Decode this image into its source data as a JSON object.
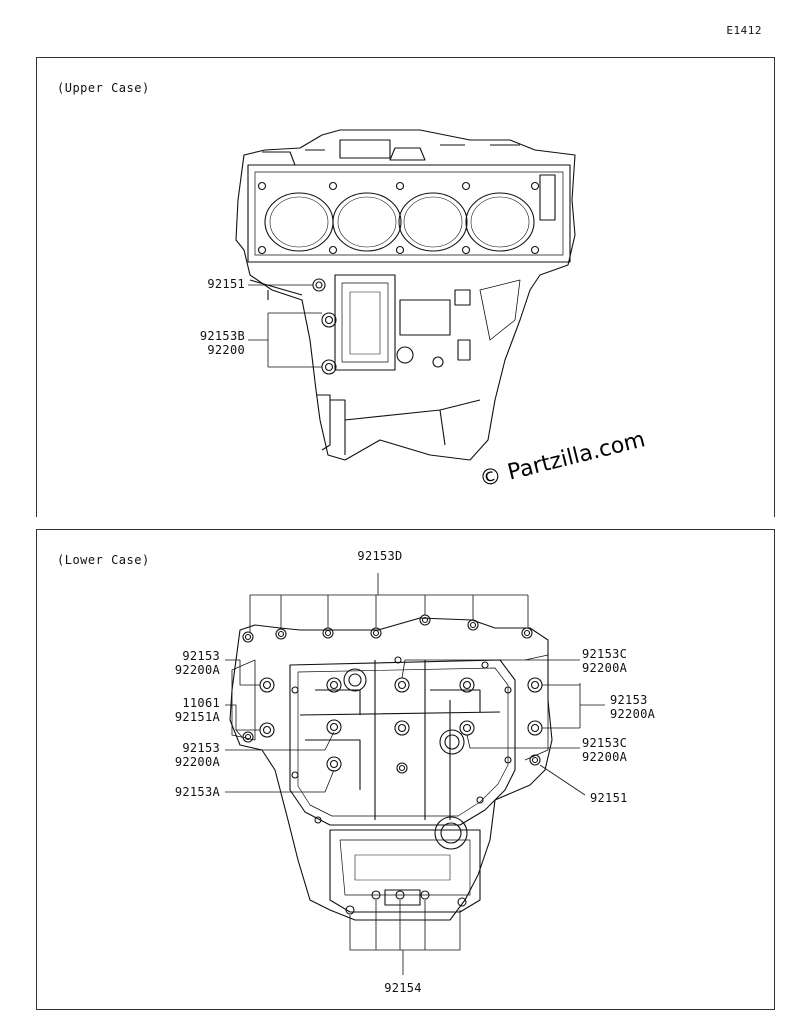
{
  "diagram_id": "E1412",
  "watermark": "© Partzilla.com",
  "upper": {
    "title": "(Upper Case)",
    "labels": {
      "p92151": "92151",
      "p92153B": "92153B",
      "p92200": "92200"
    }
  },
  "lower": {
    "title": "(Lower Case)",
    "labels": {
      "p92153D": "92153D",
      "l1_a": "92153",
      "l1_b": "92200A",
      "l2_a": "11061",
      "l2_b": "92151A",
      "l3_a": "92153",
      "l3_b": "92200A",
      "l4": "92153A",
      "r1_a": "92153C",
      "r1_b": "92200A",
      "r2_a": "92153",
      "r2_b": "92200A",
      "r3_a": "92153C",
      "r3_b": "92200A",
      "r4": "92151",
      "bottom": "92154"
    }
  }
}
